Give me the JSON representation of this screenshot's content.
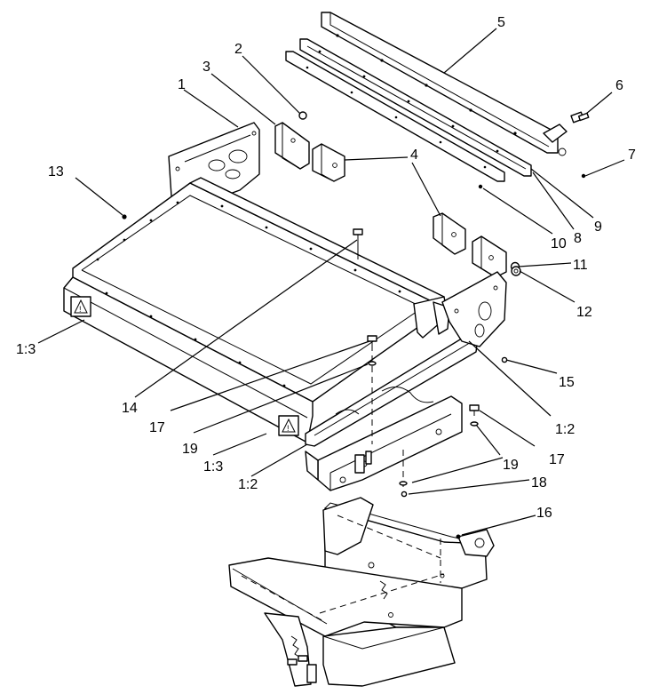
{
  "callouts": [
    {
      "id": "c1",
      "label": "1"
    },
    {
      "id": "c2",
      "label": "2"
    },
    {
      "id": "c3",
      "label": "3"
    },
    {
      "id": "c4",
      "label": "4"
    },
    {
      "id": "c5",
      "label": "5"
    },
    {
      "id": "c6",
      "label": "6"
    },
    {
      "id": "c7",
      "label": "7"
    },
    {
      "id": "c8",
      "label": "8"
    },
    {
      "id": "c9",
      "label": "9"
    },
    {
      "id": "c10",
      "label": "10"
    },
    {
      "id": "c11",
      "label": "11"
    },
    {
      "id": "c12",
      "label": "12"
    },
    {
      "id": "c13",
      "label": "13"
    },
    {
      "id": "c14",
      "label": "14"
    },
    {
      "id": "c15",
      "label": "15"
    },
    {
      "id": "c16",
      "label": "16"
    },
    {
      "id": "c17a",
      "label": "17"
    },
    {
      "id": "c17b",
      "label": "17"
    },
    {
      "id": "c18",
      "label": "18"
    },
    {
      "id": "c19a",
      "label": "19"
    },
    {
      "id": "c19b",
      "label": "19"
    },
    {
      "id": "c1_3a",
      "label": "1:3"
    },
    {
      "id": "c1_3b",
      "label": "1:3"
    },
    {
      "id": "c1_2a",
      "label": "1:2"
    },
    {
      "id": "c1_2b",
      "label": "1:2"
    }
  ],
  "decals": {
    "warning_symbol": "!"
  },
  "colors": {
    "line": "#000000",
    "background": "#ffffff"
  }
}
